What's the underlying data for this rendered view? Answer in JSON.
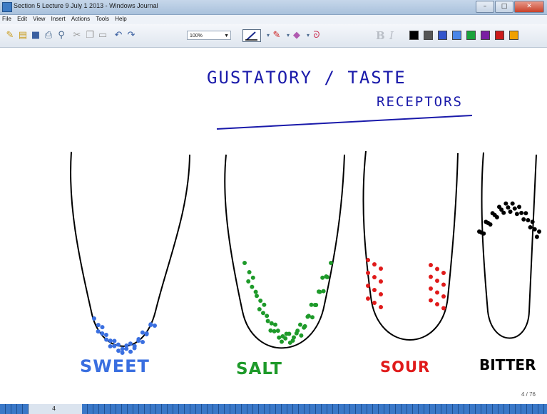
{
  "window": {
    "title": "Section 5 Lecture 9 July 1 2013 - Windows Journal",
    "buttons": {
      "minimize": "–",
      "maximize": "□",
      "close": "✕"
    }
  },
  "menu": [
    "File",
    "Edit",
    "View",
    "Insert",
    "Actions",
    "Tools",
    "Help"
  ],
  "toolbar": {
    "zoom": "100%",
    "bold": "B",
    "italic": "I",
    "colors": [
      "#000000",
      "#555555",
      "#3355cc",
      "#4a86e8",
      "#1aa33a",
      "#7a1fa2",
      "#cc1a1a",
      "#f0a000"
    ]
  },
  "note": {
    "heading_line1": "GUSTATORY / TASTE",
    "heading_line2": "RECEPTORS",
    "labels": [
      {
        "text": "SWEET",
        "color": "#3a6fe0"
      },
      {
        "text": "SALT",
        "color": "#1e9a2a"
      },
      {
        "text": "SOUR",
        "color": "#e01a1a"
      },
      {
        "text": "BITTER",
        "color": "#000000"
      }
    ]
  },
  "status": {
    "page_counter": "4 / 76",
    "page_number": "4"
  }
}
